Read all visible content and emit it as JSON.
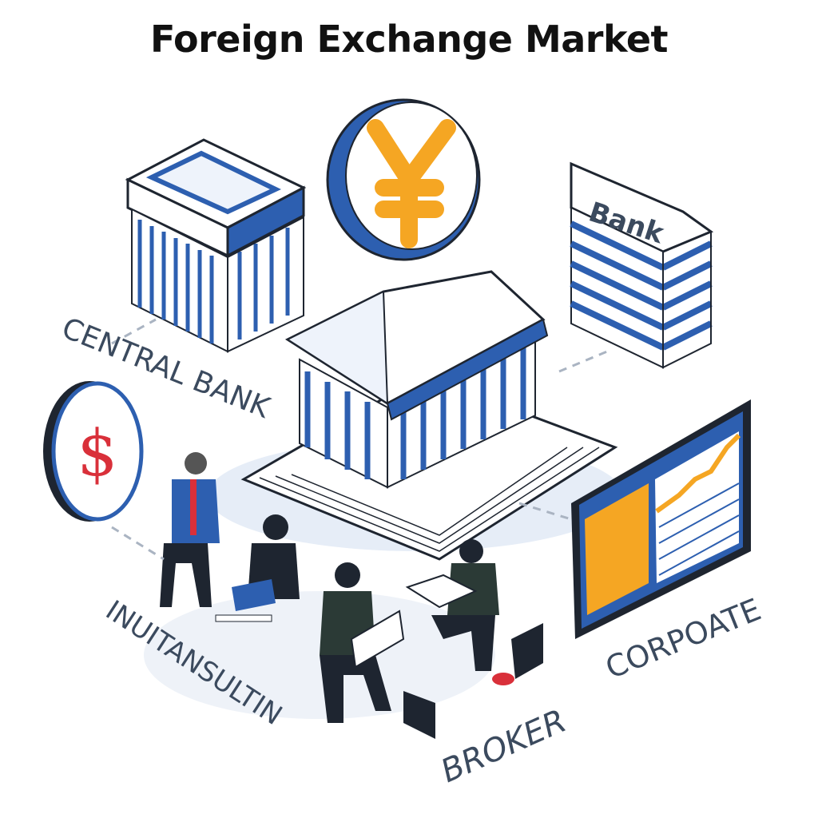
{
  "title": "Foreign Exchange Market",
  "labels": {
    "bank": "Bank",
    "central_bank": "CENTRAL BANK",
    "individual": "INUITANSULTIN",
    "broker": "BROKER",
    "corporate": "CORPOATE"
  },
  "icons": {
    "coin_top": "yen-coin-icon",
    "coin_left": "dollar-coin-icon"
  },
  "colors": {
    "blue": "#2d5fb0",
    "orange": "#f5a623",
    "red": "#d9303a",
    "dark": "#1e2530"
  }
}
